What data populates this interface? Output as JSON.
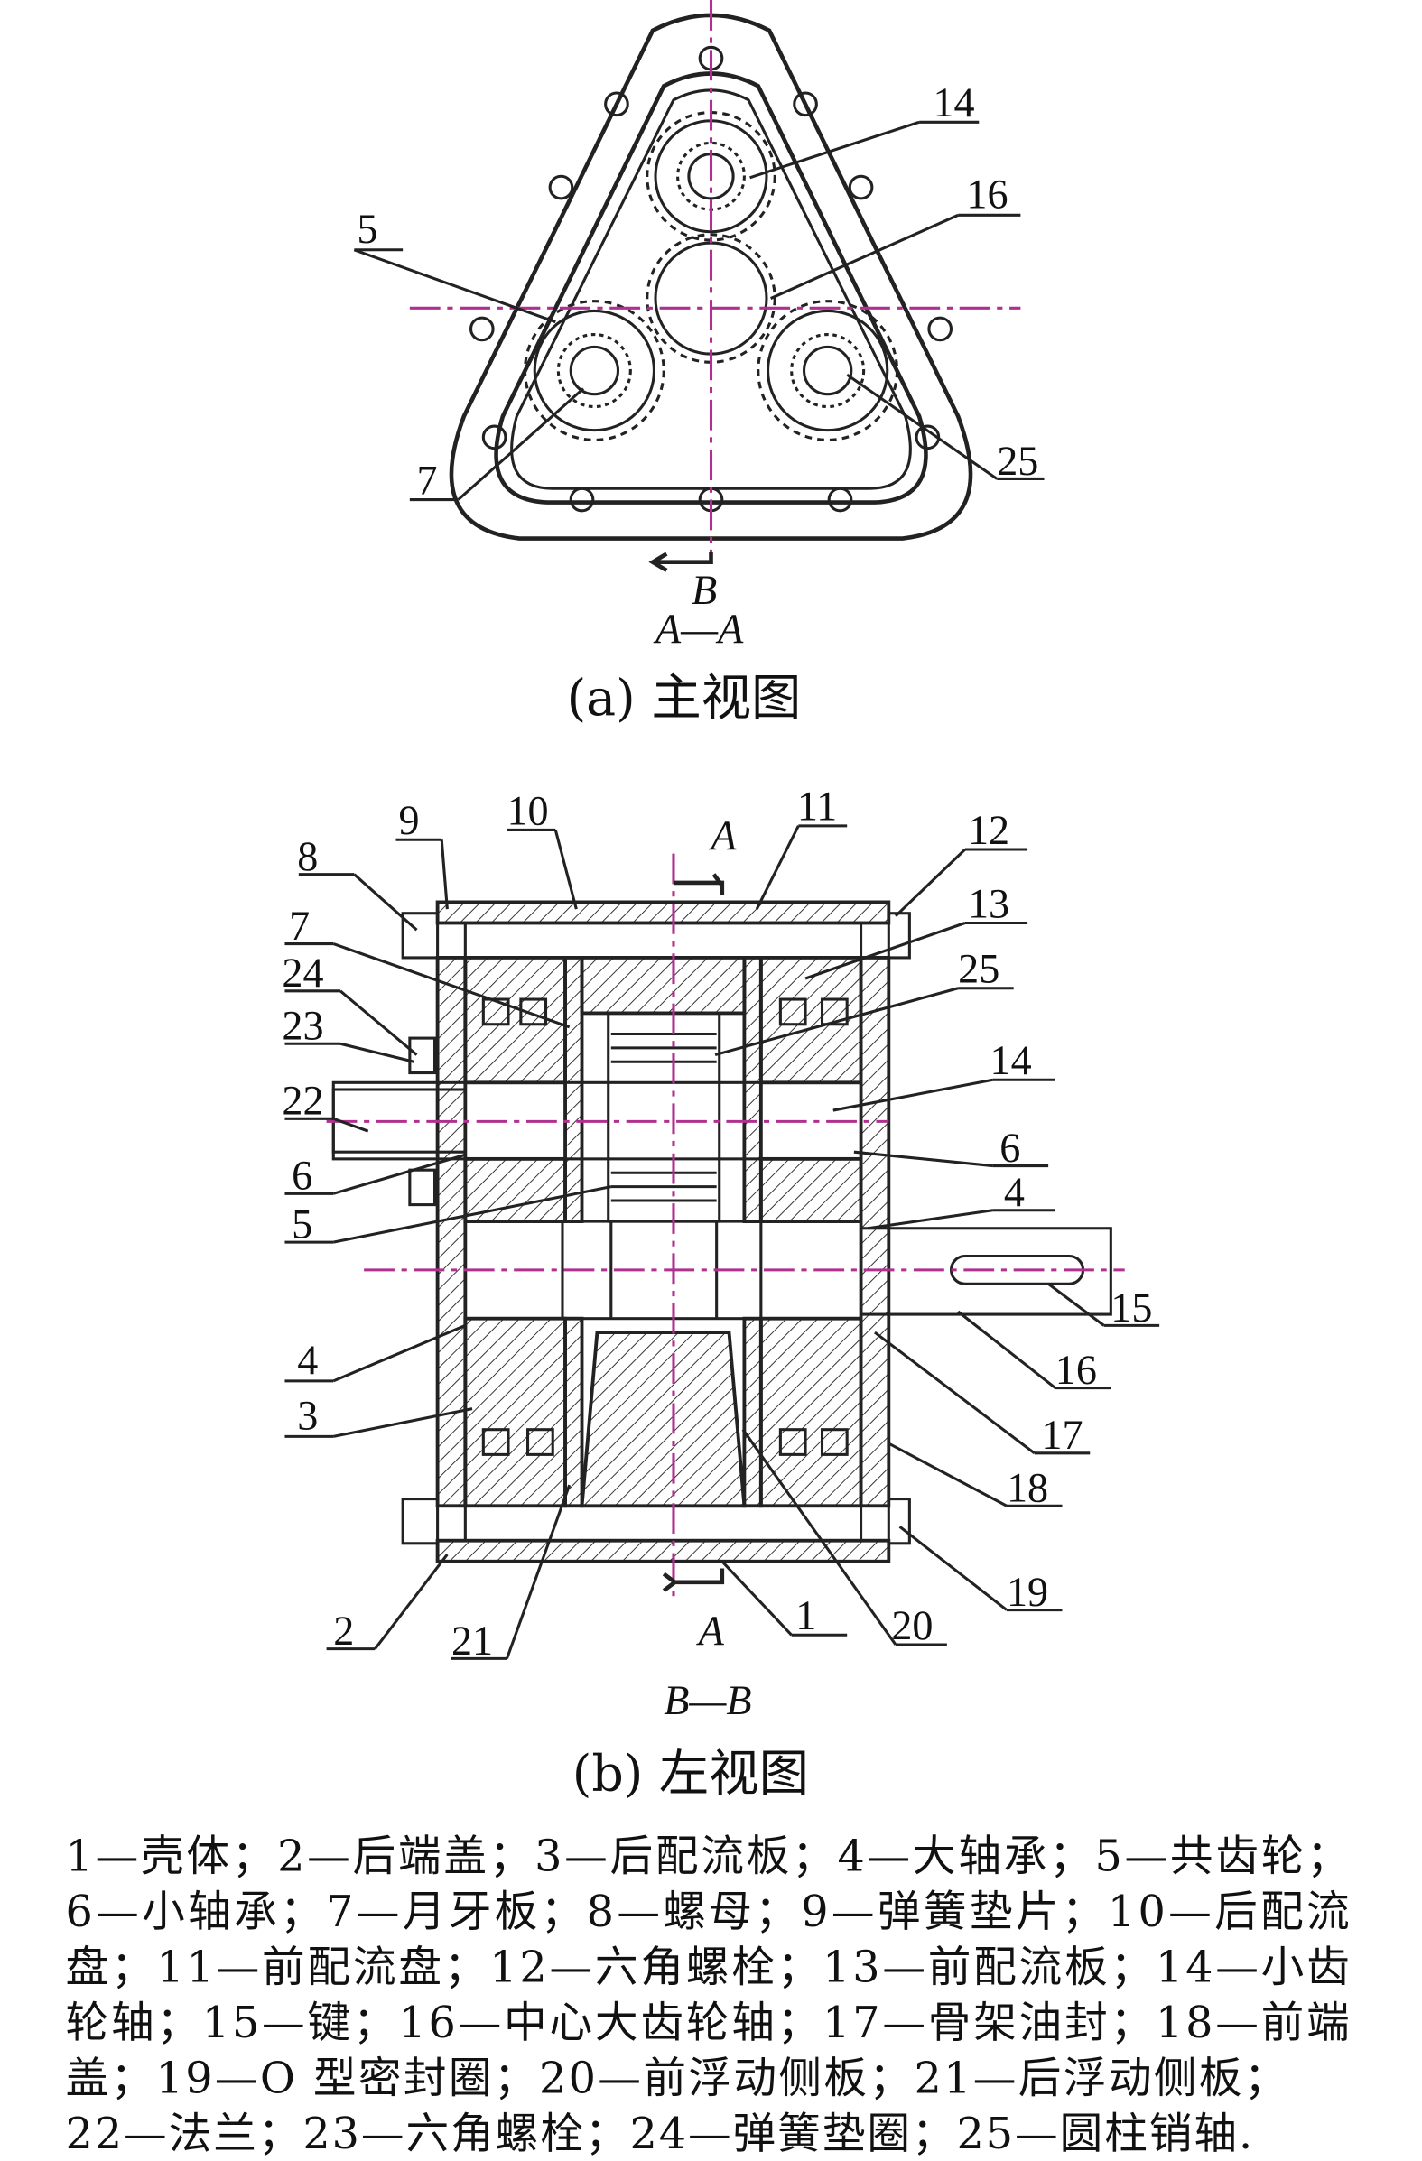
{
  "view_a": {
    "labels": {
      "l14": "14",
      "l16": "16",
      "l5": "5",
      "l7": "7",
      "l25": "25"
    },
    "section_mark": "B",
    "section_title": "A—A",
    "caption": "(a) 主视图"
  },
  "view_b": {
    "labels": {
      "l8": "8",
      "l9": "9",
      "l10": "10",
      "l11": "11",
      "l12": "12",
      "l13": "13",
      "l7": "7",
      "l24": "24",
      "l25": "25",
      "l23": "23",
      "l14": "14",
      "l22": "22",
      "l6a": "6",
      "l6b": "6",
      "l4a": "4",
      "l5": "5",
      "l15": "15",
      "l16": "16",
      "l4b": "4",
      "l3": "3",
      "l17": "17",
      "l18": "18",
      "l19": "19",
      "l2": "2",
      "l21": "21",
      "l1": "1",
      "l20": "20"
    },
    "section_mark_top": "A",
    "section_mark_bottom": "A",
    "section_title": "B—B",
    "caption": "(b) 左视图"
  },
  "legend": {
    "lines": [
      "1—壳体；2—后端盖；3—后配流板；4—大轴承；5—共齿轮；",
      "6—小轴承；7—月牙板；8—螺母；9—弹簧垫片；10—后配流",
      "盘；11—前配流盘；12—六角螺栓；13—前配流板；14—小齿",
      "轮轴；15—键；16—中心大齿轮轴；17—骨架油封；18—前端",
      "盖；19—O 型密封圈；20—前浮动侧板；21—后浮动侧板；",
      "22—法兰；23—六角螺栓；24—弹簧垫圈；25—圆柱销轴."
    ]
  },
  "colors": {
    "centerline": "#b0308f",
    "line": "#222222"
  }
}
